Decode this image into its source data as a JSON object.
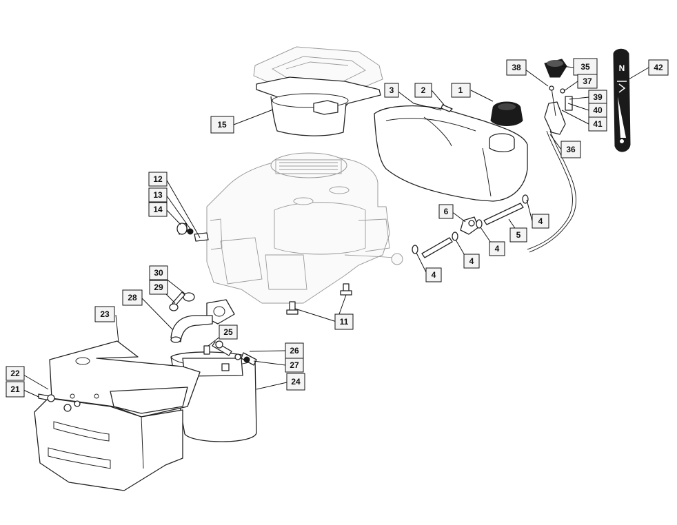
{
  "callouts": {
    "c1": "1",
    "c2": "2",
    "c3": "3",
    "c4a": "4",
    "c4b": "4",
    "c4c": "4",
    "c4d": "4",
    "c5": "5",
    "c6": "6",
    "c11": "11",
    "c12": "12",
    "c13": "13",
    "c14": "14",
    "c15": "15",
    "c21": "21",
    "c22": "22",
    "c23": "23",
    "c24": "24",
    "c25": "25",
    "c26": "26",
    "c27": "27",
    "c28": "28",
    "c29": "29",
    "c30": "30",
    "c35": "35",
    "c36": "36",
    "c37": "37",
    "c38": "38",
    "c39": "39",
    "c40": "40",
    "c41": "41",
    "c42": "42"
  },
  "decal": {
    "top_symbol": "N"
  },
  "colors": {
    "line": "#222222",
    "box_fill": "#f4f4f4",
    "decal": "#1a1a1a"
  }
}
